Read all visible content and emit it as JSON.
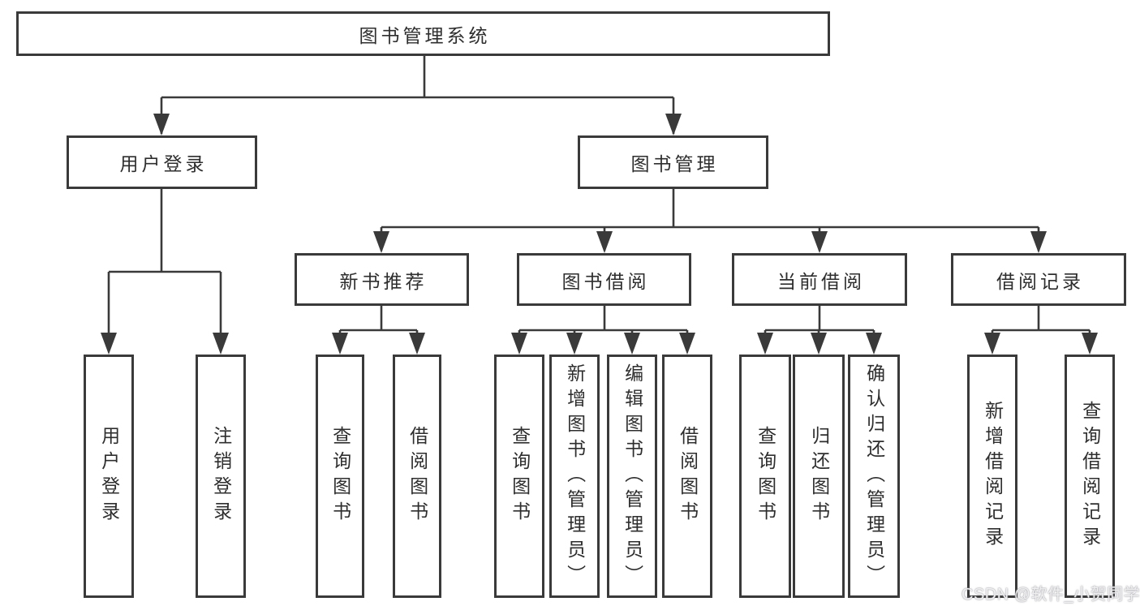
{
  "diagram": {
    "root": {
      "label": "图书管理系统"
    },
    "branches": [
      {
        "label": "用户登录",
        "children": [
          {
            "label": "用户登录"
          },
          {
            "label": "注销登录"
          }
        ]
      },
      {
        "label": "图书管理",
        "children": [
          {
            "label": "新书推荐",
            "children": [
              {
                "label": "查询图书"
              },
              {
                "label": "借阅图书"
              }
            ]
          },
          {
            "label": "图书借阅",
            "children": [
              {
                "label": "查询图书"
              },
              {
                "label": "新增图书（管理员）"
              },
              {
                "label": "编辑图书（管理员）"
              },
              {
                "label": "借阅图书"
              }
            ]
          },
          {
            "label": "当前借阅",
            "children": [
              {
                "label": "查询图书"
              },
              {
                "label": "归还图书"
              },
              {
                "label": "确认归还（管理员）"
              }
            ]
          },
          {
            "label": "借阅记录",
            "children": [
              {
                "label": "新增借阅记录"
              },
              {
                "label": "查询借阅记录"
              }
            ]
          }
        ]
      }
    ]
  },
  "watermark": {
    "text": "CSDN @软件_小贺同学"
  },
  "colors": {
    "line": "#3a3a3a",
    "text": "#2e2e2e",
    "box_background": "#ffffff",
    "watermark": "#f4f4f6"
  }
}
